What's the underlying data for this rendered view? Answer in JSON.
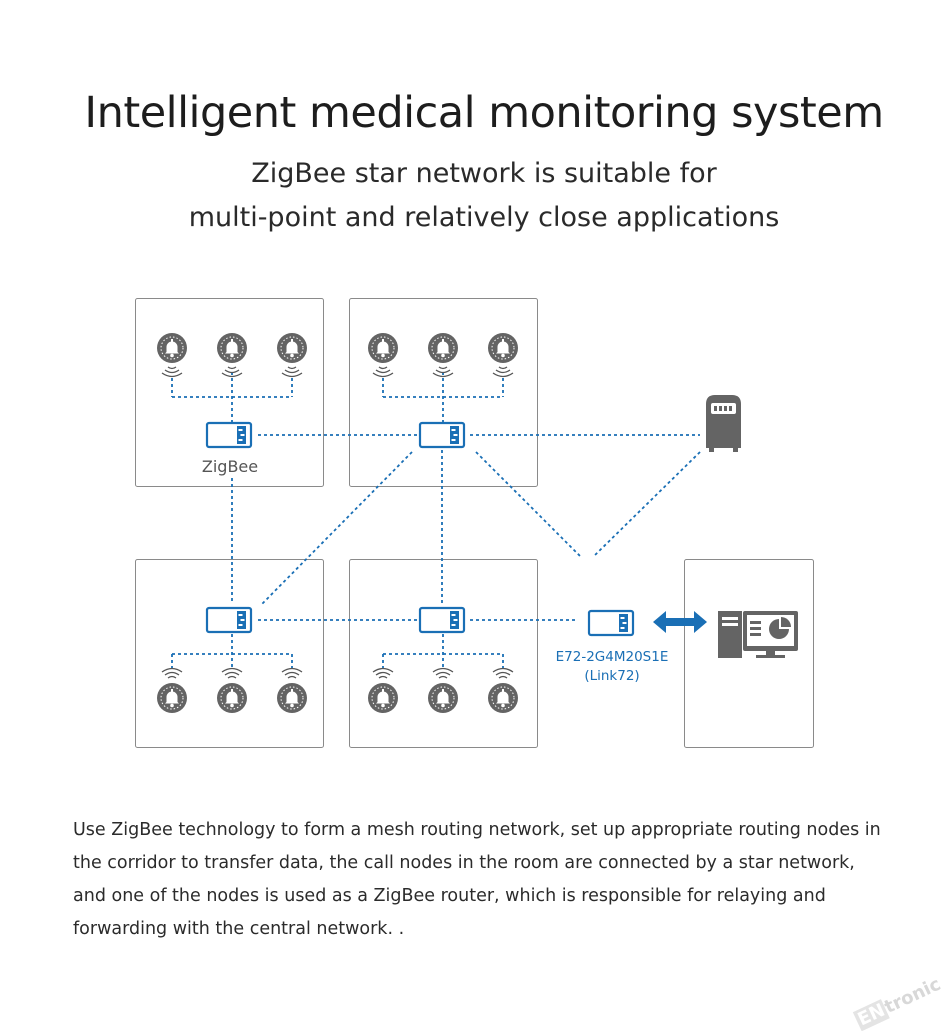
{
  "title": "Intelligent medical monitoring system",
  "subtitle_line1": "ZigBee star network is suitable for",
  "subtitle_line2": "multi-point and relatively close applications",
  "diagram": {
    "zigbee_label": "ZigBee",
    "module_label_line1": "E72-2G4M20S1E",
    "module_label_line2": "(Link72)",
    "colors": {
      "link": "#1a6fb5",
      "node": "#646464",
      "panel_border": "#8a8a8a"
    }
  },
  "description": "Use ZigBee technology to form a mesh routing network, set up appropriate routing nodes in the corridor to transfer data, the call nodes in the room are connected by a star network, and one of the nodes is used as a ZigBee router, which is responsible for relaying and forwarding with the central network. .",
  "watermark": {
    "prefix": "EN",
    "suffix": "tronic"
  }
}
